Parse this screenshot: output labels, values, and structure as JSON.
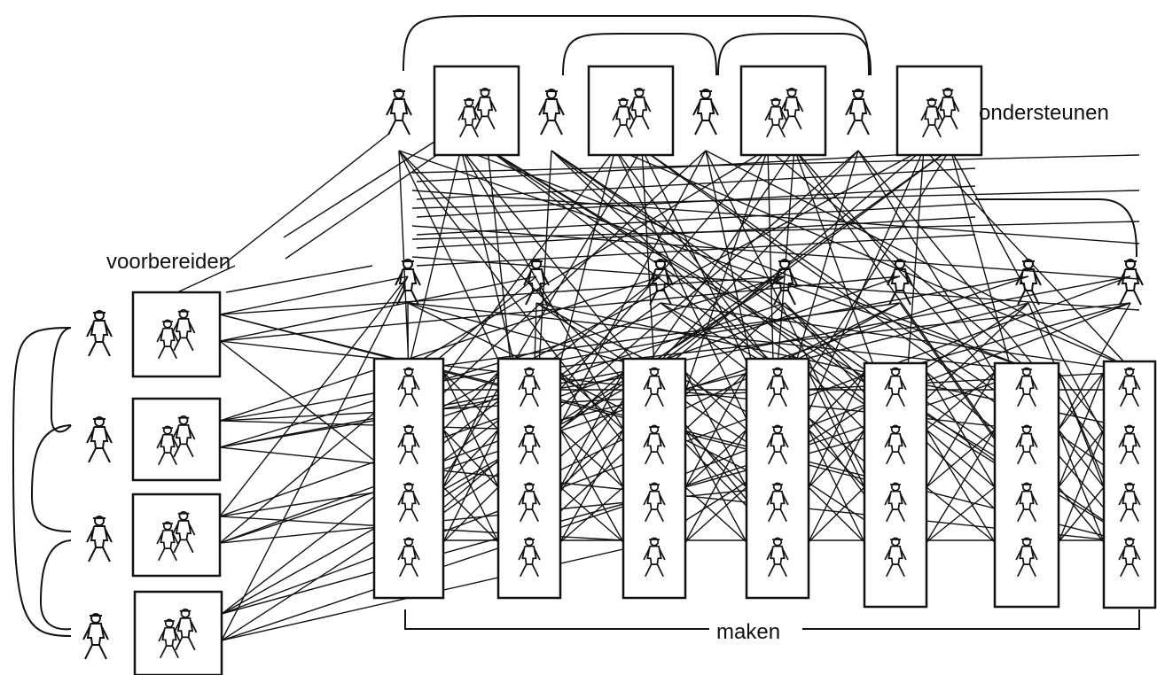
{
  "labels": {
    "support": "ondersteunen",
    "prepare": "voorbereiden",
    "make": "maken"
  },
  "icons": {
    "worker": "person-figure-icon",
    "team": "person-pair-icon"
  },
  "colors": {
    "ink": "#111111",
    "background": "#ffffff"
  }
}
